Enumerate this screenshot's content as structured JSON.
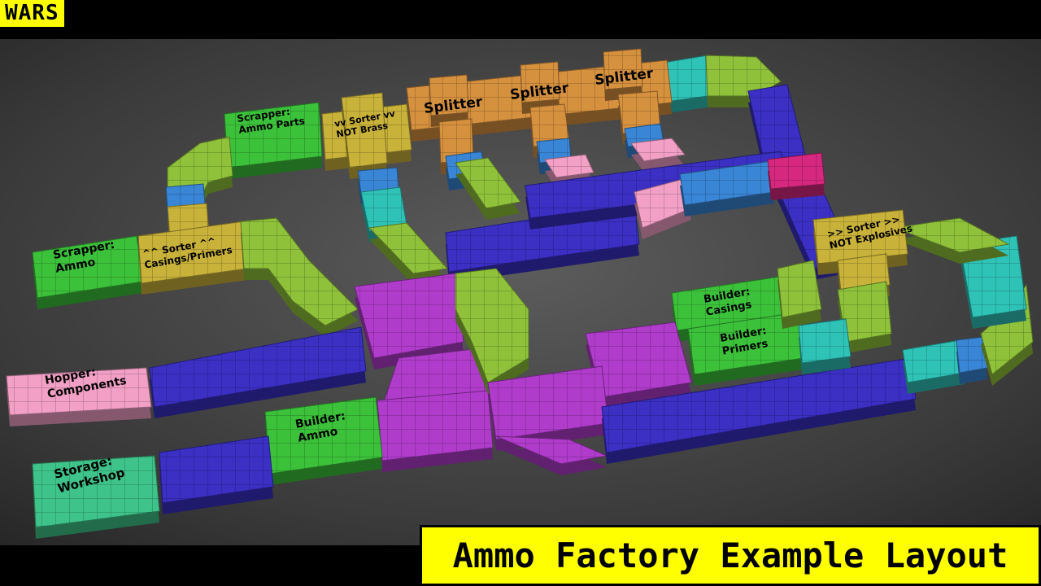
{
  "badge": "WARS",
  "caption": "Ammo Factory Example Layout",
  "colors": {
    "belt": "#3b2fc4",
    "curve": "#8fc23a",
    "sorter": "#c9b23a",
    "splitter": "#d6913f",
    "builder": "#3cc23a",
    "hopper": "#f2a0c6",
    "storage": "#3ec48a",
    "merger": "#b03ccb",
    "cyan": "#2fc3b8",
    "blue": "#3a86d6",
    "magenta": "#d6287f"
  },
  "labels": {
    "scrapper_ammo_parts": [
      "Scrapper:",
      "Ammo Parts"
    ],
    "sorter_not_brass": [
      "vv Sorter vv",
      "NOT Brass"
    ],
    "splitter_1": "Splitter",
    "splitter_2": "Splitter",
    "splitter_3": "Splitter",
    "scrapper_ammo": [
      "Scrapper:",
      "Ammo"
    ],
    "sorter_casings": [
      "^^ Sorter ^^",
      "Casings/Primers"
    ],
    "sorter_explosives": [
      ">> Sorter >>",
      "NOT Explosives"
    ],
    "builder_casings": [
      "Builder:",
      "Casings"
    ],
    "builder_primers": [
      "Builder:",
      "Primers"
    ],
    "hopper_components": [
      "Hopper:",
      "Components"
    ],
    "builder_ammo": [
      "Builder:",
      "Ammo"
    ],
    "storage_workshop": [
      "Storage:",
      "Workshop"
    ]
  }
}
